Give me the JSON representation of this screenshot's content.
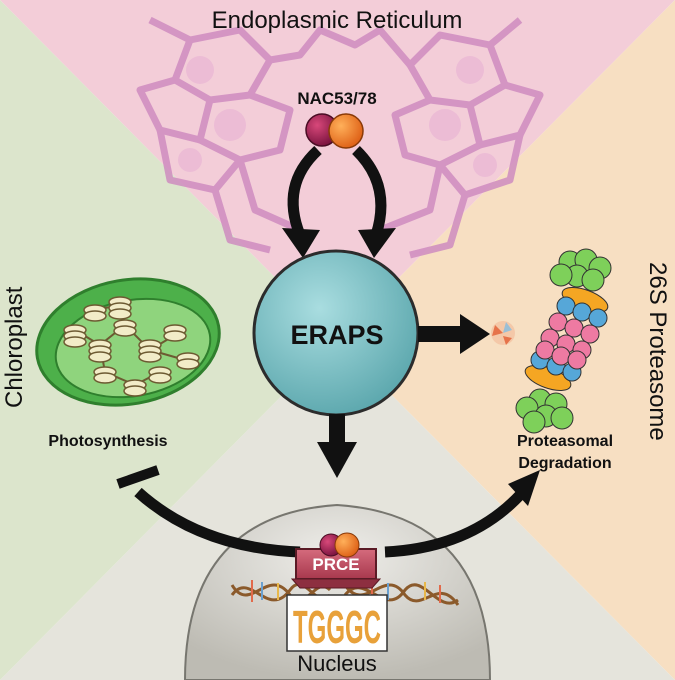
{
  "title_er": "Endoplasmic Reticulum",
  "label_nac": "NAC53/78",
  "label_center": "ERAPS",
  "label_chloroplast": "Chloroplast",
  "label_photosynthesis": "Photosynthesis",
  "label_proteasome_region": "26S Proteasome",
  "label_degradation_line1": "Proteasomal",
  "label_degradation_line2": "Degradation",
  "label_prce": "PRCE",
  "label_motif": "TGGGC",
  "label_nucleus": "Nucleus",
  "colors": {
    "er_bg": "#f3cdd8",
    "chloroplast_bg": "#dce5cc",
    "proteasome_bg": "#f7dfc2",
    "nucleus_bg": "#e5e4dc",
    "eraps": "#7fc0c5",
    "nac_dark": "#b0205a",
    "nac_orange": "#f07c22",
    "prce": "#c9566a"
  }
}
